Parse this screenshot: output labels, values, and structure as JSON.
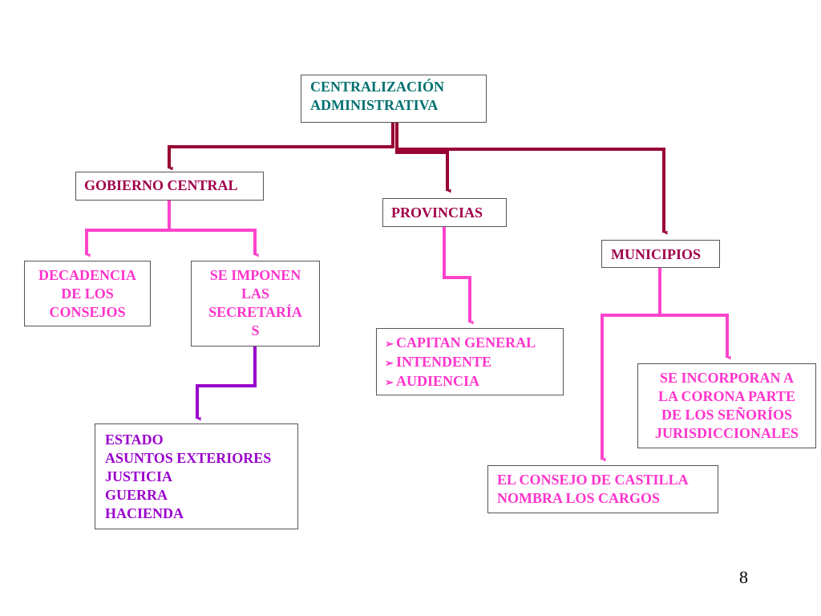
{
  "colors": {
    "teal": "#007070",
    "maroon": "#a0004a",
    "pink": "#ff33cc",
    "purple": "#9900cc",
    "dark_red_line": "#990033",
    "pink_line": "#ff44cc",
    "purple_line": "#9900cc"
  },
  "icons": {
    "bullet": "arrowhead-bullet-icon"
  },
  "diagram": {
    "root": {
      "lines": [
        "CENTRALIZACIÓN",
        "ADMINISTRATIVA"
      ]
    },
    "gobierno": {
      "lines": [
        "GOBIERNO CENTRAL"
      ]
    },
    "provincias": {
      "lines": [
        "PROVINCIAS"
      ]
    },
    "municipios": {
      "lines": [
        "MUNICIPIOS"
      ]
    },
    "decadencia": {
      "lines": [
        "DECADENCIA",
        "DE LOS",
        "CONSEJOS"
      ]
    },
    "secretarias": {
      "lines": [
        "SE IMPONEN",
        "LAS",
        "SECRETARÍA",
        "S"
      ]
    },
    "estado": {
      "lines": [
        "ESTADO",
        "ASUNTOS EXTERIORES",
        "JUSTICIA",
        "GUERRA",
        "HACIENDA"
      ]
    },
    "capitan": {
      "items": [
        "CAPITAN GENERAL",
        "INTENDENTE",
        "AUDIENCIA"
      ]
    },
    "incorporan": {
      "lines": [
        "SE INCORPORAN A",
        "LA CORONA PARTE",
        "DE LOS SEÑORÍOS",
        "JURISDICCIONALES"
      ]
    },
    "consejo": {
      "lines": [
        "EL CONSEJO DE CASTILLA",
        "NOMBRA LOS CARGOS"
      ]
    }
  },
  "page_number": "8"
}
